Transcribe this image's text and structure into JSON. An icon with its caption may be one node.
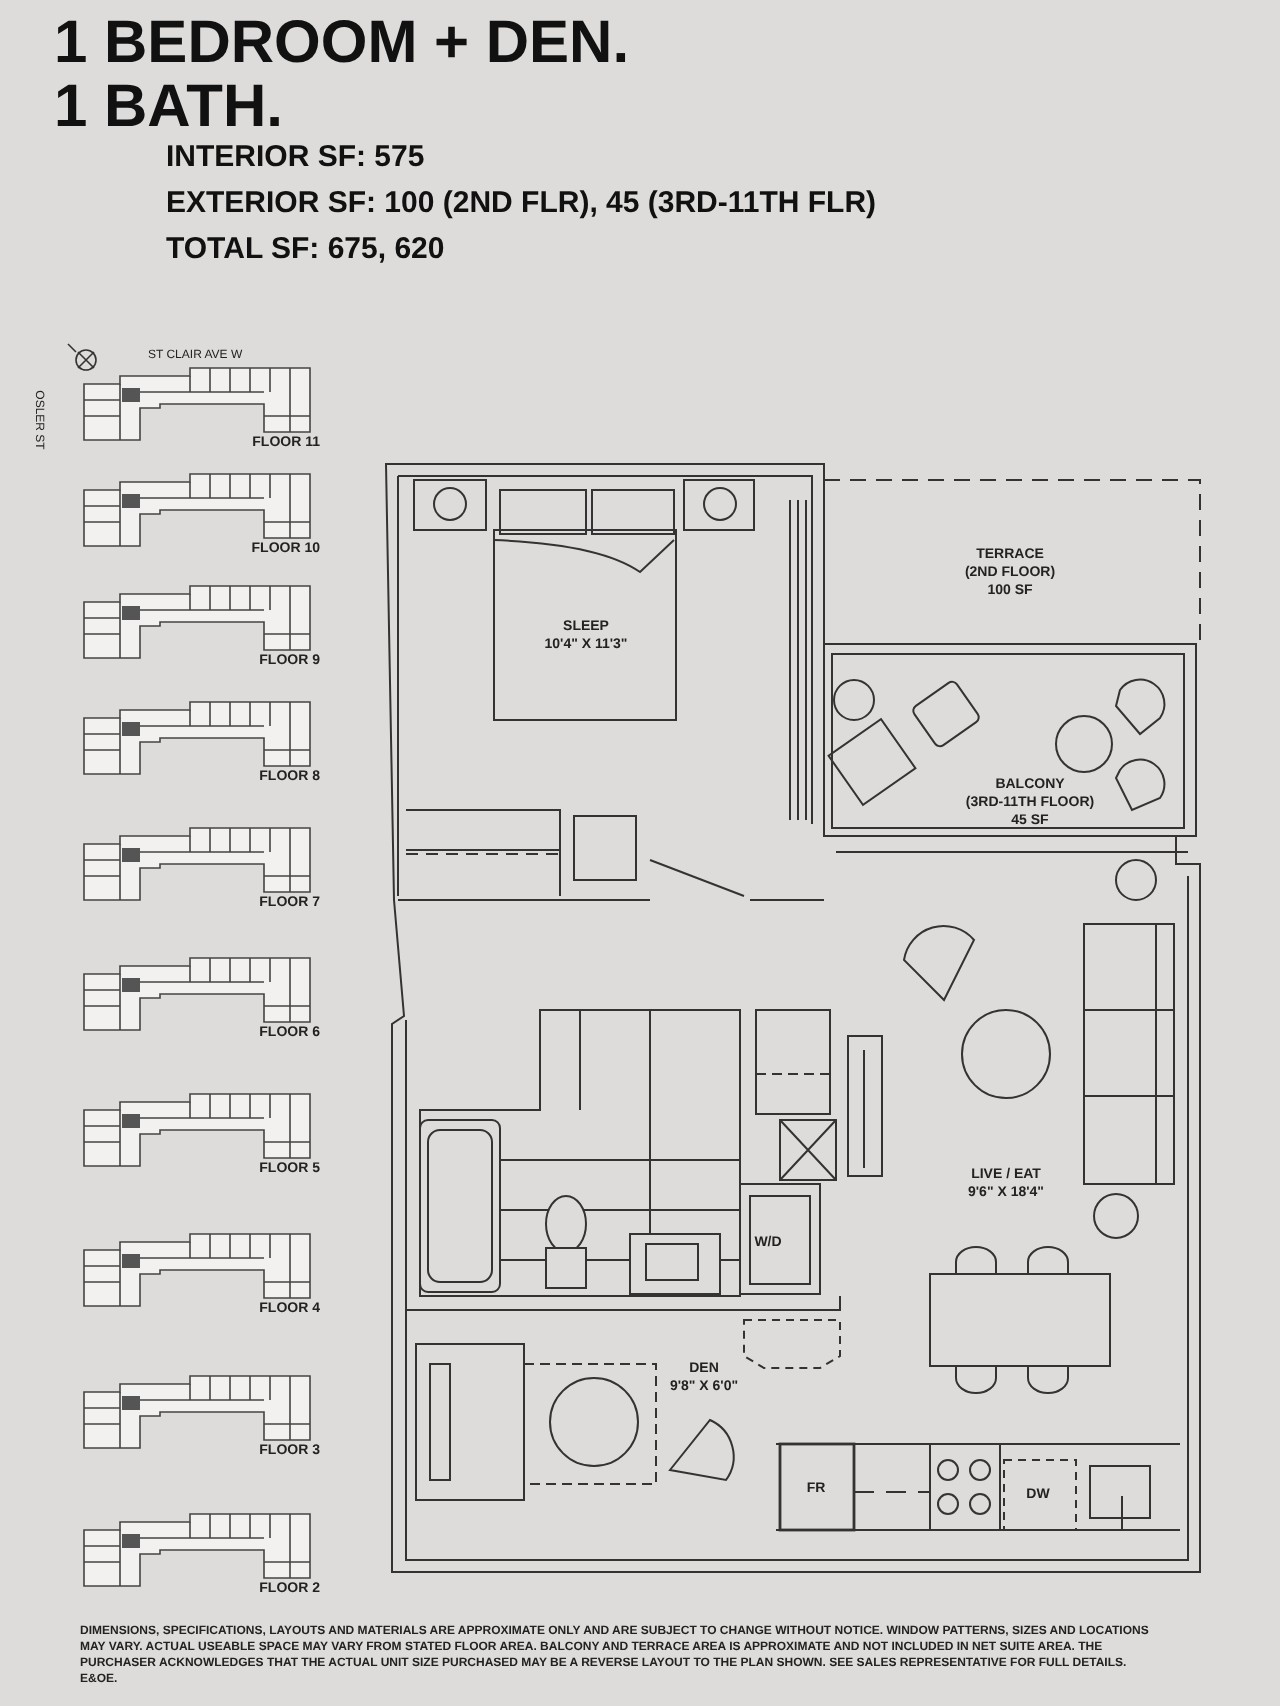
{
  "diagram": {
    "title": "1 BEDROOM + DEN. 1 BATH.",
    "labels": [
      "INTERIOR SF: 575",
      "EXTERIOR SF: 100 (2ND FLR), 45 (3RD-11TH FLR)",
      "TOTAL SF: 675, 620",
      "ST CLAIR AVE W",
      "OSLER ST",
      "FLOOR 11",
      "FLOOR 10",
      "FLOOR 9",
      "FLOOR 8",
      "FLOOR 7",
      "FLOOR 6",
      "FLOOR 5",
      "FLOOR 4",
      "FLOOR 3",
      "FLOOR 2",
      "SLEEP",
      "10'4\" X 11'3\"",
      "TERRACE",
      "(2ND FLOOR)",
      "100 SF",
      "BALCONY",
      "(3RD-11TH FLOOR)",
      "45 SF",
      "LIVE / EAT",
      "9'6\" X 18'4\"",
      "W/D",
      "DEN",
      "9'8\" X 6'0\"",
      "FR",
      "DW",
      "DIMENSIONS, SPECIFICATIONS, LAYOUTS AND MATERIALS ARE APPROXIMATE ONLY AND ARE SUBJECT TO CHANGE WITHOUT NOTICE. WINDOW PATTERNS, SIZES AND LOCATIONS MAY VARY. ACTUAL USEABLE SPACE MAY VARY FROM STATED FLOOR AREA. BALCONY AND TERRACE AREA IS APPROXIMATE AND NOT INCLUDED IN NET SUITE AREA. THE PURCHASER ACKNOWLEDGES THAT THE ACTUAL UNIT SIZE PURCHASED MAY BE A REVERSE LAYOUT TO THE PLAN SHOWN. SEE SALES REPRESENTATIVE FOR FULL DETAILS. E&OE."
    ]
  }
}
